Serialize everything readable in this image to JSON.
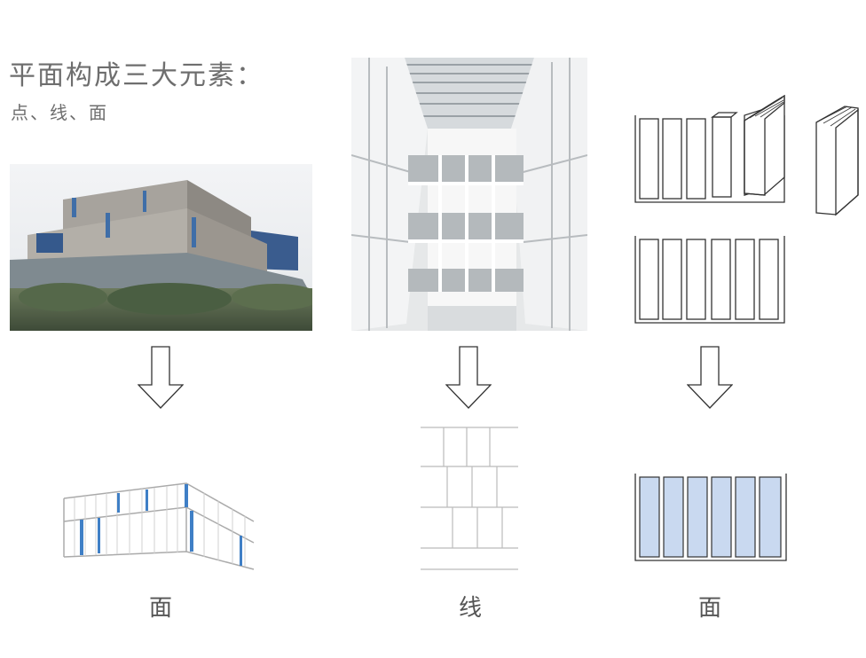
{
  "heading": {
    "title": "平面构成三大元素：",
    "subtitle": "点、线、面"
  },
  "columns": [
    {
      "caption": "面",
      "photo_icon": "building-exterior-photo"
    },
    {
      "caption": "线",
      "photo_icon": "atrium-interior-photo"
    },
    {
      "caption": "面",
      "photo_icon": "panel-assembly-sketch"
    }
  ],
  "colors": {
    "accent_blue": "#3f7fc6",
    "panel_fill": "#c9d9f0",
    "line_gray": "#9a9a9a",
    "ink": "#333333"
  }
}
